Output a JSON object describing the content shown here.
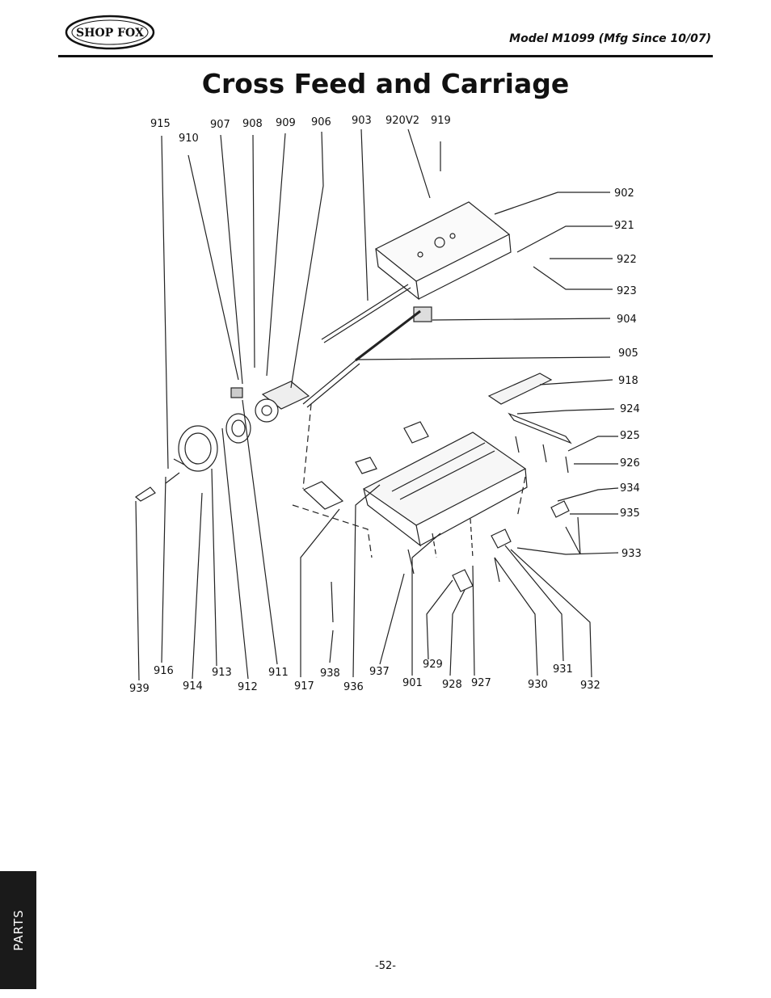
{
  "header": {
    "brand": "SHOP FOX",
    "model_text": "Model M1099 (Mfg Since 10/07)"
  },
  "title": "Cross Feed and Carriage",
  "side_tab": "PARTS",
  "page_number": "-52-",
  "part_labels": [
    "915",
    "910",
    "907",
    "908",
    "909",
    "906",
    "903",
    "920V2",
    "919",
    "902",
    "921",
    "922",
    "923",
    "904",
    "905",
    "918",
    "924",
    "925",
    "926",
    "934",
    "935",
    "933",
    "939",
    "916",
    "914",
    "913",
    "912",
    "911",
    "917",
    "938",
    "936",
    "937",
    "901",
    "929",
    "928",
    "927",
    "930",
    "931",
    "932"
  ]
}
